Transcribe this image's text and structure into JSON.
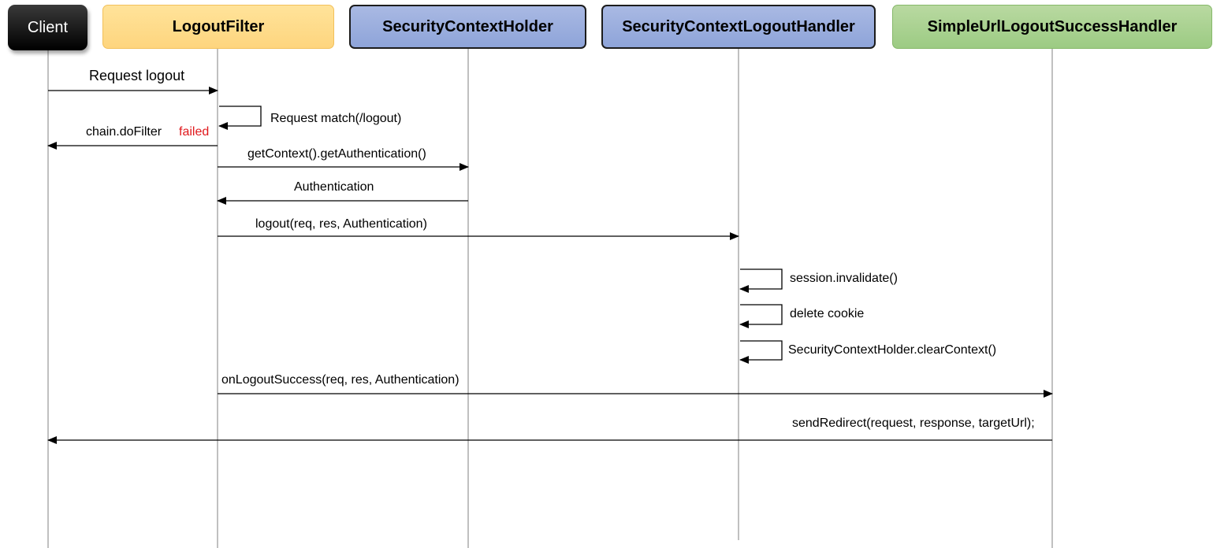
{
  "participants": {
    "client": "Client",
    "logout_filter": "LogoutFilter",
    "security_context_holder": "SecurityContextHolder",
    "security_context_logout_handler": "SecurityContextLogoutHandler",
    "simple_url_logout_success_handler": "SimpleUrlLogoutSuccessHandler"
  },
  "messages": {
    "request_logout": "Request logout",
    "request_match": "Request match(/logout)",
    "chain_do_filter": "chain.doFilter",
    "failed": "failed",
    "get_authentication": "getContext().getAuthentication()",
    "authentication": "Authentication",
    "logout_call": "logout(req, res, Authentication)",
    "session_invalidate": "session.invalidate()",
    "delete_cookie": "delete cookie",
    "clear_context": "SecurityContextHolder.clearContext()",
    "on_logout_success": "onLogoutSuccess(req, res, Authentication)",
    "send_redirect": "sendRedirect(request, response, targetUrl);"
  },
  "colors": {
    "client_header": "#000000",
    "filter_header": "#fed57e",
    "holder_header": "#8ea4d9",
    "success_header": "#9ccb83",
    "failed_text": "#e0181c",
    "lifeline": "#c0c0c0"
  }
}
